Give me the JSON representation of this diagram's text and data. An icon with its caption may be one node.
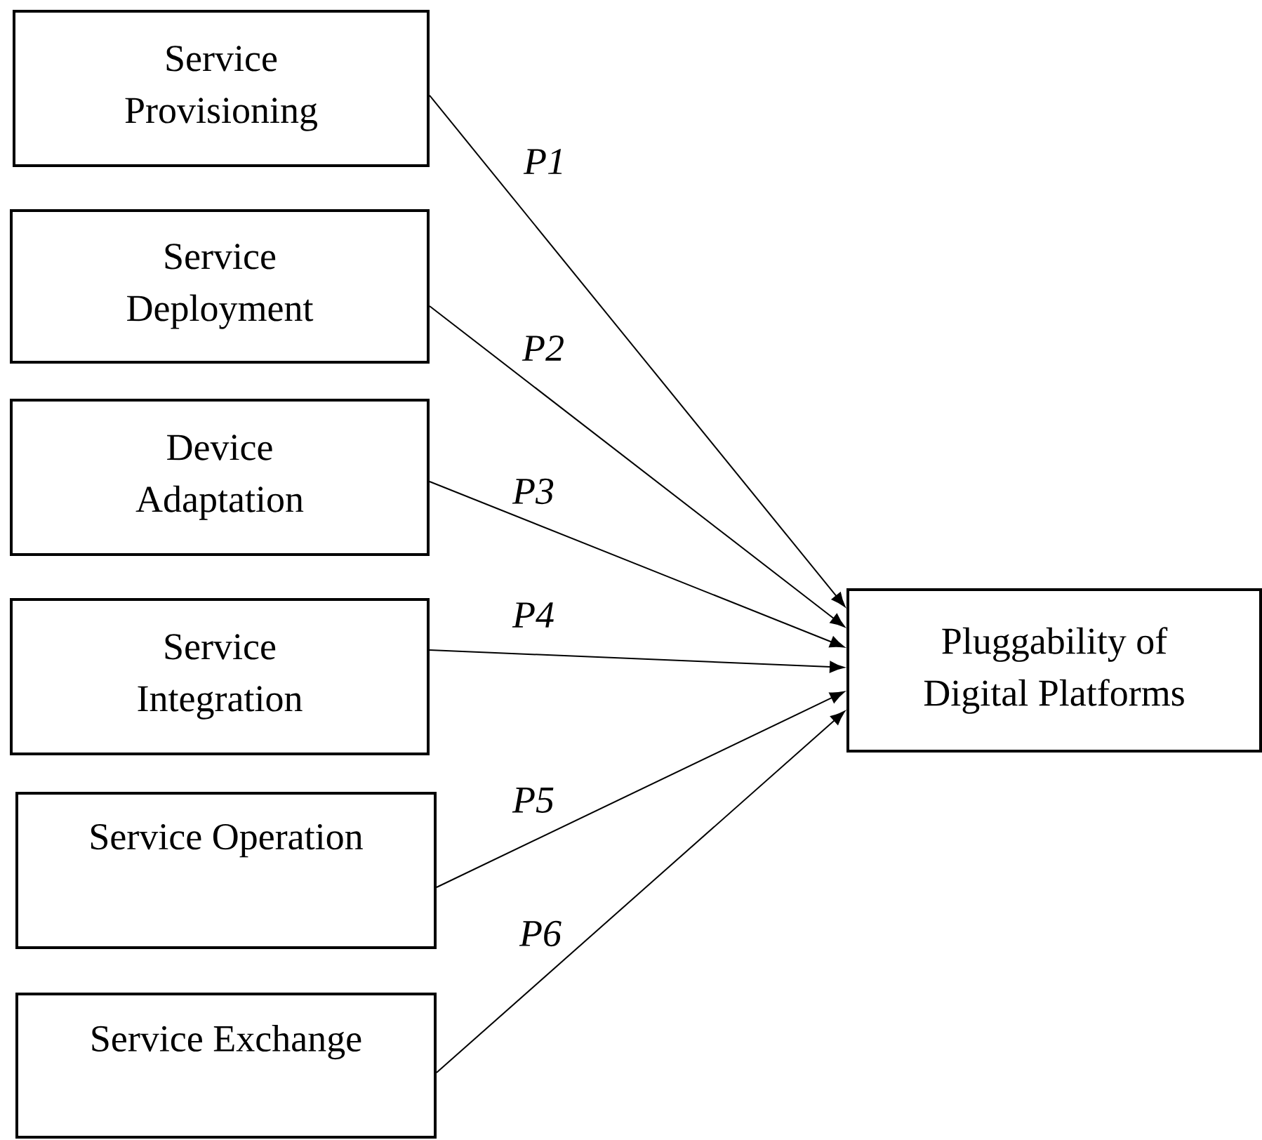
{
  "diagram": {
    "nodes": [
      {
        "text": [
          "Service Provisioning"
        ]
      },
      {
        "text": [
          "Service Deployment"
        ]
      },
      {
        "text": [
          "Device Adaptation"
        ]
      },
      {
        "text": [
          "Service Integration"
        ]
      },
      {
        "text": [
          "Service Operation"
        ]
      },
      {
        "text": [
          "Service Exchange"
        ]
      },
      {
        "text": [
          "Pluggability of Digital Platforms"
        ]
      }
    ],
    "edges": [
      {
        "from": 0,
        "to": 6,
        "arrow": "to",
        "label": "*P1*"
      },
      {
        "from": 1,
        "to": 6,
        "arrow": "to",
        "label": "*P2*"
      },
      {
        "from": 2,
        "to": 6,
        "arrow": "to",
        "label": "*P3*"
      },
      {
        "from": 3,
        "to": 6,
        "arrow": "to",
        "label": "*P4*"
      },
      {
        "from": 4,
        "to": 6,
        "arrow": "to",
        "label": "*P5*"
      },
      {
        "from": 5,
        "to": 6,
        "arrow": "to",
        "label": "*P6*"
      }
    ]
  }
}
